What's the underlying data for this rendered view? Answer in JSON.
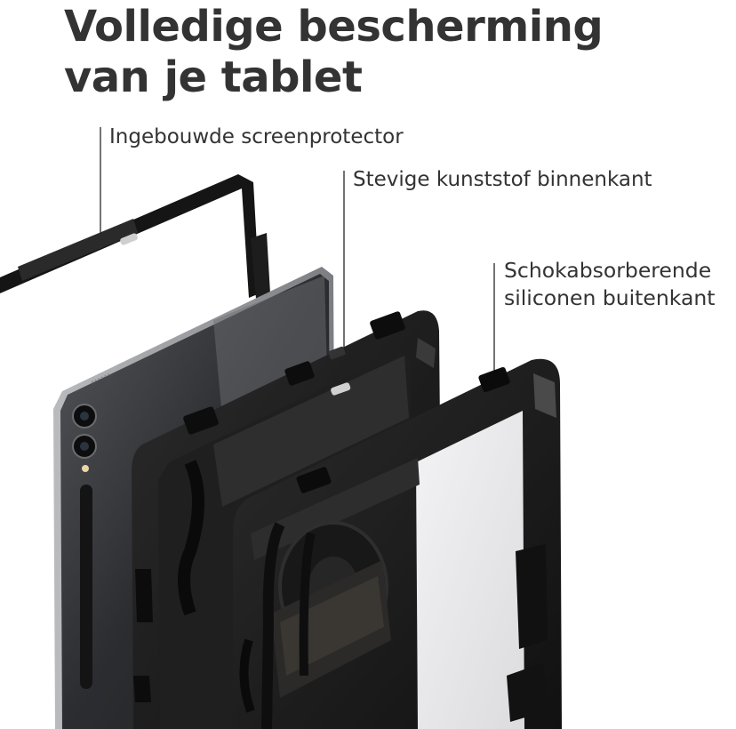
{
  "headline": {
    "line1": "Volledige bescherming",
    "line2": "van je tablet"
  },
  "callouts": {
    "screen_protector": "Ingebouwde screenprotector",
    "inner_layer": "Stevige kunststof binnenkant",
    "outer_layer_line1": "Schokabsorberende",
    "outer_layer_line2": "siliconen buitenkant"
  },
  "colors": {
    "text": "#333333",
    "case": "#1b1b1b",
    "tablet_body": "#3a3b3d",
    "screen": "#e9e9ec",
    "background": "#ffffff"
  }
}
